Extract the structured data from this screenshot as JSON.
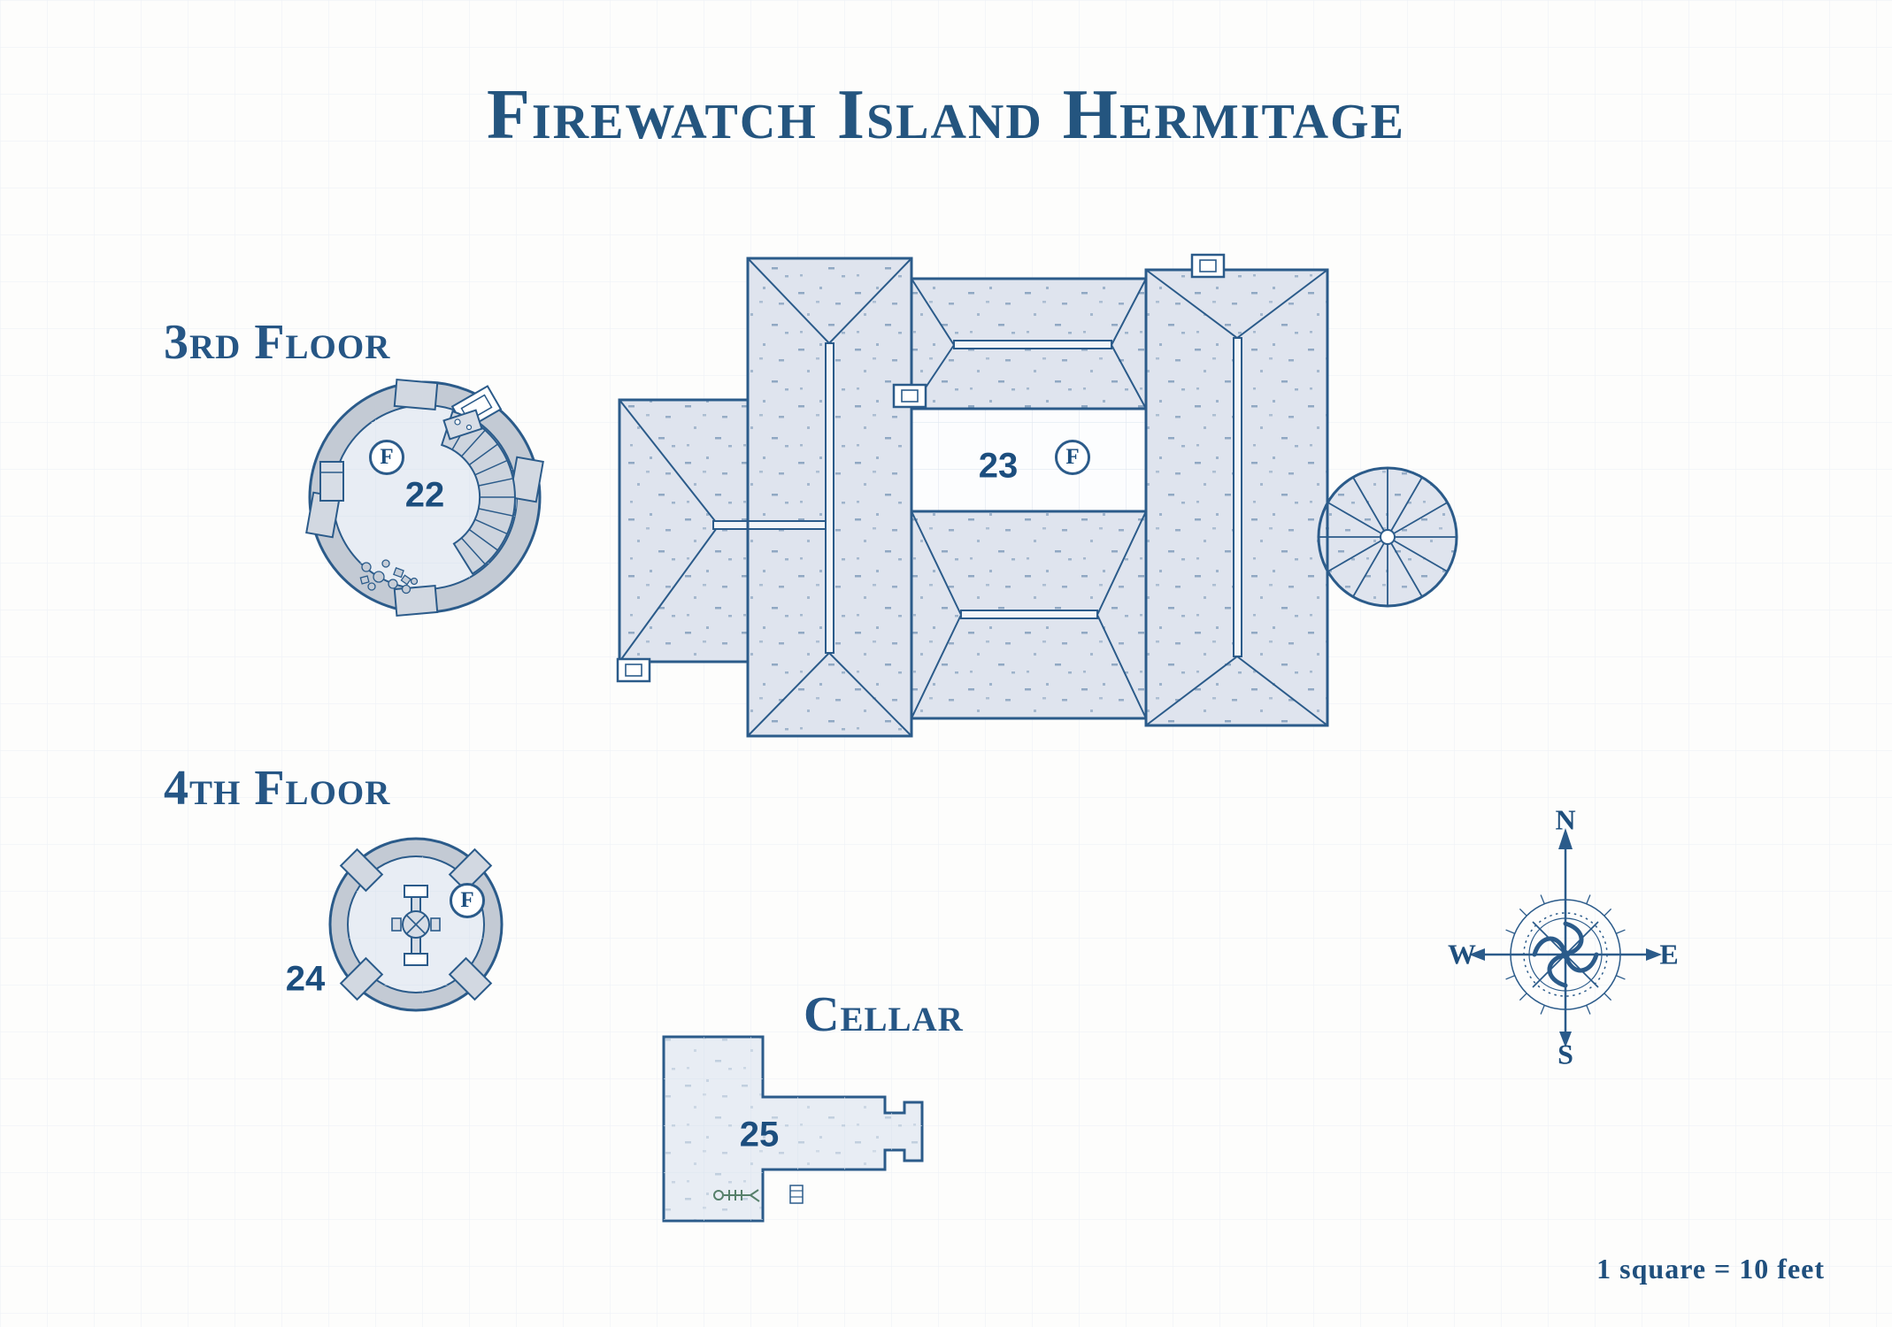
{
  "page": {
    "title": "Firewatch Island Hermitage",
    "scale_note": "1 square = 10 feet"
  },
  "colors": {
    "ink_blue": "#2b5b8a",
    "heading_blue": "#24557f",
    "roof_fill": "#dfe4ee",
    "wall_gray": "#c3cad4",
    "interior_fill": "#e8edf4",
    "paper": "#fdfdfc",
    "grid_line": "#dde5f0"
  },
  "floors": {
    "third": {
      "label": "3rd Floor",
      "room_number": "22",
      "fireplace_marker": "F"
    },
    "fourth": {
      "label": "4th Floor",
      "room_number": "24",
      "fireplace_marker": "F"
    },
    "roof_courtyard": {
      "room_number": "23",
      "fireplace_marker": "F"
    },
    "cellar": {
      "label": "Cellar",
      "room_number": "25"
    }
  },
  "compass": {
    "north": "N",
    "east": "E",
    "south": "S",
    "west": "W"
  }
}
